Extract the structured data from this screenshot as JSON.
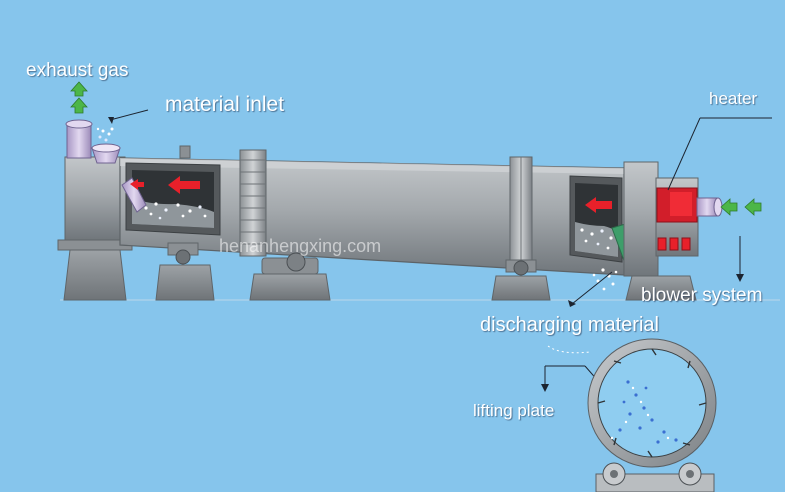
{
  "labels": {
    "exhaust_gas": "exhaust gas",
    "material_inlet": "material inlet",
    "heater": "heater",
    "blower_system": "blower system",
    "discharging_material": "discharging material",
    "lifting_plate": "lifting plate"
  },
  "watermark": "henanhengxing.com",
  "colors": {
    "background": "#86c5ec",
    "drum_body": "#9fa4a8",
    "flame": "#e8202a",
    "flow_arrow": "#4cb648",
    "tube": "#c9b8de"
  }
}
